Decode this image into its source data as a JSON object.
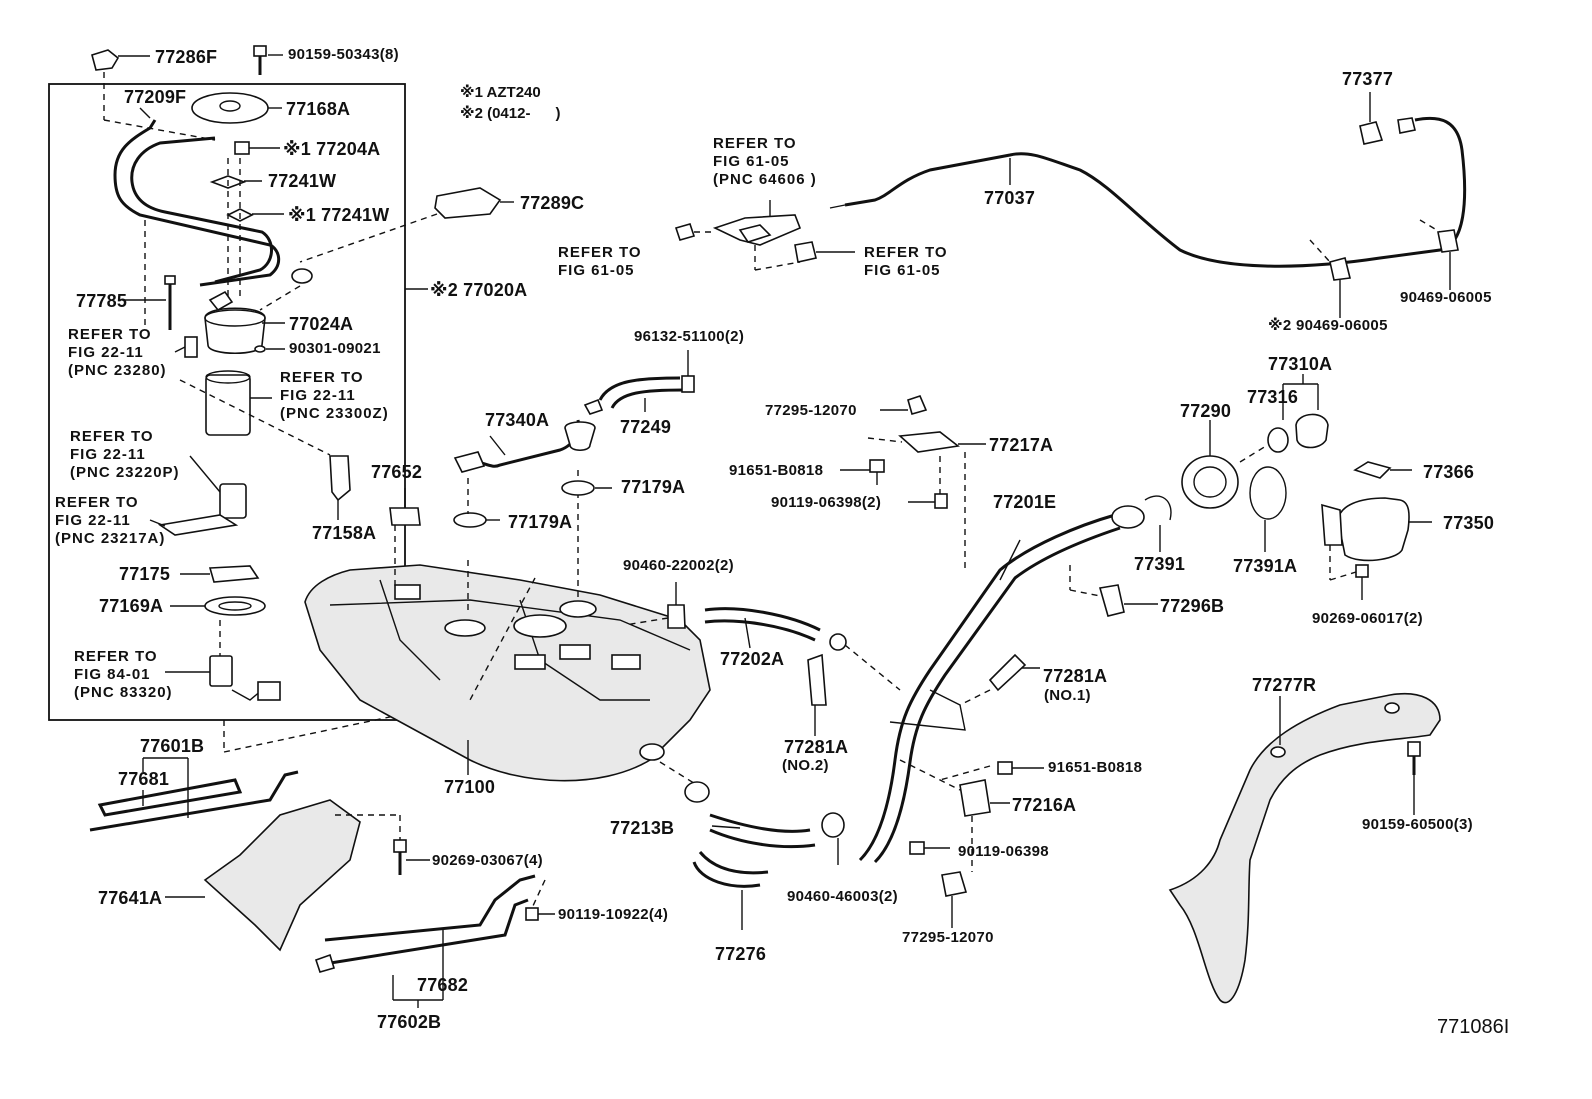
{
  "labels": {
    "p77286F": "77286F",
    "p90159_50343": "90159-50343(8)",
    "p77209F": "77209F",
    "p77168A": "77168A",
    "p77204A": "※1 77204A",
    "p77241W_a": "77241W",
    "p77241W_b": "※1 77241W",
    "p77289C": "77289C",
    "p77020A": "※2 77020A",
    "p77785": "77785",
    "p77024A": "77024A",
    "p90301_09021": "90301-09021",
    "p77158A": "77158A",
    "p77175": "77175",
    "p77169A": "77169A",
    "p77601B": "77601B",
    "p77681": "77681",
    "p77641A": "77641A",
    "p90269_03067": "90269-03067(4)",
    "p90119_10922": "90119-10922(4)",
    "p77682": "77682",
    "p77602B": "77602B",
    "p77652": "77652",
    "p77340A": "77340A",
    "p96132_51100": "96132-51100(2)",
    "p77249": "77249",
    "p77179A_a": "77179A",
    "p77179A_b": "77179A",
    "p77100": "77100",
    "p90460_22002": "90460-22002(2)",
    "p77202A": "77202A",
    "p77213B": "77213B",
    "p77276": "77276",
    "p90460_46003": "90460-46003(2)",
    "p77281A_no2": "77281A",
    "p77281A_no2_sub": "(NO.2)",
    "p77295_12070_a": "77295-12070",
    "p91651_B0818_a": "91651-B0818",
    "p90119_06398_2": "90119-06398(2)",
    "p77217A": "77217A",
    "p77201E": "77201E",
    "p77296B": "77296B",
    "p77281A_no1": "77281A",
    "p77281A_no1_sub": "(NO.1)",
    "p91651_B0818_b": "91651-B0818",
    "p77216A": "77216A",
    "p90119_06398": "90119-06398",
    "p77295_12070_b": "77295-12070",
    "p77037": "77037",
    "p77377": "77377",
    "p90469_06005_a": "90469-06005",
    "p90469_06005_b": "※2 90469-06005",
    "p77290": "77290",
    "p77310A": "77310A",
    "p77316": "77316",
    "p77391": "77391",
    "p77391A": "77391A",
    "p77366": "77366",
    "p77350": "77350",
    "p90269_06017": "90269-06017(2)",
    "p77277R": "77277R",
    "p90159_60500": "90159-60500(3)"
  },
  "notes": {
    "n1": "※1 AZT240",
    "n2": "※2 (0412-      )"
  },
  "refs": {
    "r_23280": "REFER TO\nFIG 22-11\n(PNC 23280)",
    "r_23300Z": "REFER TO\nFIG 22-11\n(PNC 23300Z)",
    "r_23220P": "REFER TO\nFIG 22-11\n(PNC 23220P)",
    "r_23217A": "REFER TO\nFIG 22-11\n(PNC 23217A)",
    "r_83320": "REFER TO\nFIG 84-01\n(PNC 83320)",
    "r_64606": "REFER TO\nFIG 61-05\n(PNC 64606 )",
    "r_6105_left": "REFER TO\nFIG 61-05",
    "r_6105_right": "REFER TO\nFIG 61-05"
  },
  "diagram_code": "771086I"
}
